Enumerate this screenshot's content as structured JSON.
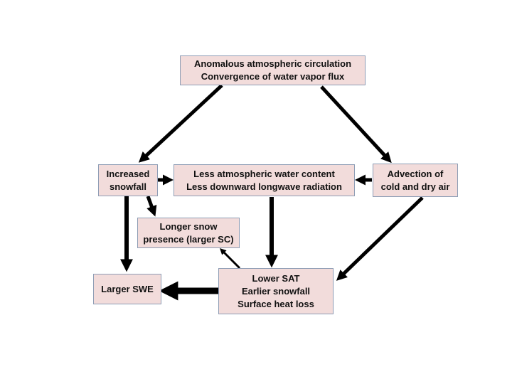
{
  "colors": {
    "box_fill": "#f2dcdb",
    "box_border": "#8e9db5",
    "arrow": "#000000"
  },
  "nodes": {
    "circulation": {
      "lines": [
        "Anomalous atmospheric circulation",
        "Convergence of water vapor flux"
      ]
    },
    "snowfall": {
      "lines": [
        "Increased",
        "snowfall"
      ]
    },
    "water_content": {
      "lines": [
        "Less atmospheric water content",
        "Less downward longwave radiation"
      ]
    },
    "advection": {
      "lines": [
        "Advection of",
        "cold and dry air"
      ]
    },
    "snow_presence": {
      "lines": [
        "Longer snow",
        "presence (larger SC)"
      ]
    },
    "swe": {
      "lines": [
        "Larger SWE"
      ]
    },
    "lower_sat": {
      "lines": [
        "Lower SAT",
        "Earlier snowfall",
        "Surface heat loss"
      ]
    }
  }
}
